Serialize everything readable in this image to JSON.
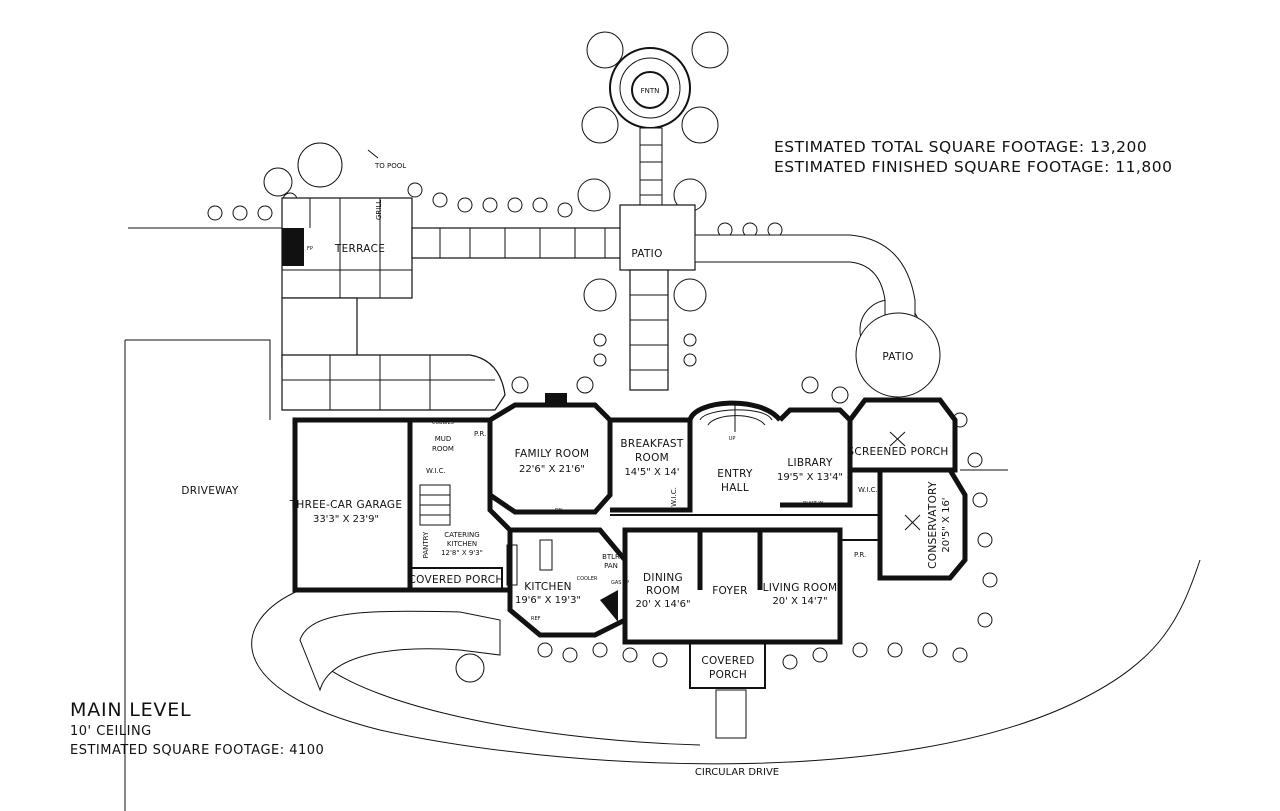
{
  "summary": {
    "total_sqft": "ESTIMATED TOTAL SQUARE FOOTAGE: 13,200",
    "finished_sqft": "ESTIMATED FINISHED SQUARE FOOTAGE: 11,800"
  },
  "level": {
    "title": "MAIN LEVEL",
    "ceiling": "10' CEILING",
    "sqft": "ESTIMATED SQUARE FOOTAGE: 4100"
  },
  "site": {
    "fountain": "FNTN",
    "to_pool": "TO POOL",
    "terrace": "TERRACE",
    "patio_main": "PATIO",
    "patio_east": "PATIO",
    "driveway": "DRIVEWAY",
    "circular_drive": "CIRCULAR DRIVE",
    "grill": "GRILL"
  },
  "rooms": {
    "family_room": {
      "name": "FAMILY ROOM",
      "dim": "22'6\" X 21'6\""
    },
    "breakfast": {
      "name_1": "BREAKFAST",
      "name_2": "ROOM",
      "dim": "14'5\" X 14'"
    },
    "entry_hall": {
      "name_1": "ENTRY",
      "name_2": "HALL"
    },
    "library": {
      "name": "LIBRARY",
      "dim": "19'5\" X 13'4\""
    },
    "screened_porch": {
      "name": "SCREENED PORCH"
    },
    "conservatory": {
      "name": "CONSERVATORY",
      "dim": "20'5\" X 16'"
    },
    "garage": {
      "name": "THREE-CAR GARAGE",
      "dim": "33'3\" X 23'9\""
    },
    "mud_room": {
      "name_1": "MUD",
      "name_2": "ROOM"
    },
    "pr_west": "P.R.",
    "pr_east": "P.R.",
    "wic_west": "W.I.C.",
    "wic_library": "W.I.C.",
    "wic_breakfast": "W.I.C.",
    "catering": {
      "name_1": "CATERING",
      "name_2": "KITCHEN",
      "dim": "12'8\" X 9'3\""
    },
    "pantry": "PANTRY",
    "covered_porch_west": "COVERED PORCH",
    "kitchen": {
      "name": "KITCHEN",
      "dim": "19'6\" X 19'3\""
    },
    "butler_pantry": {
      "name_1": "BTLR",
      "name_2": "PAN"
    },
    "dining": {
      "name_1": "DINING",
      "name_2": "ROOM",
      "dim": "20' X 14'6\""
    },
    "foyer": "FOYER",
    "living": {
      "name": "LIVING ROOM",
      "dim": "20' X 14'7\""
    },
    "covered_porch_front": {
      "name_1": "COVERED",
      "name_2": "PORCH"
    }
  },
  "fixtures": {
    "gas_fp_family": "GAS FP",
    "gas_fp_dining": "GAS FP",
    "fp_terrace": "FP",
    "cubbies": "CUBBIES",
    "built_in": "BUILT IN",
    "cooler": "COOLER",
    "up": "UP",
    "dn": "DN",
    "ref": "REF"
  }
}
